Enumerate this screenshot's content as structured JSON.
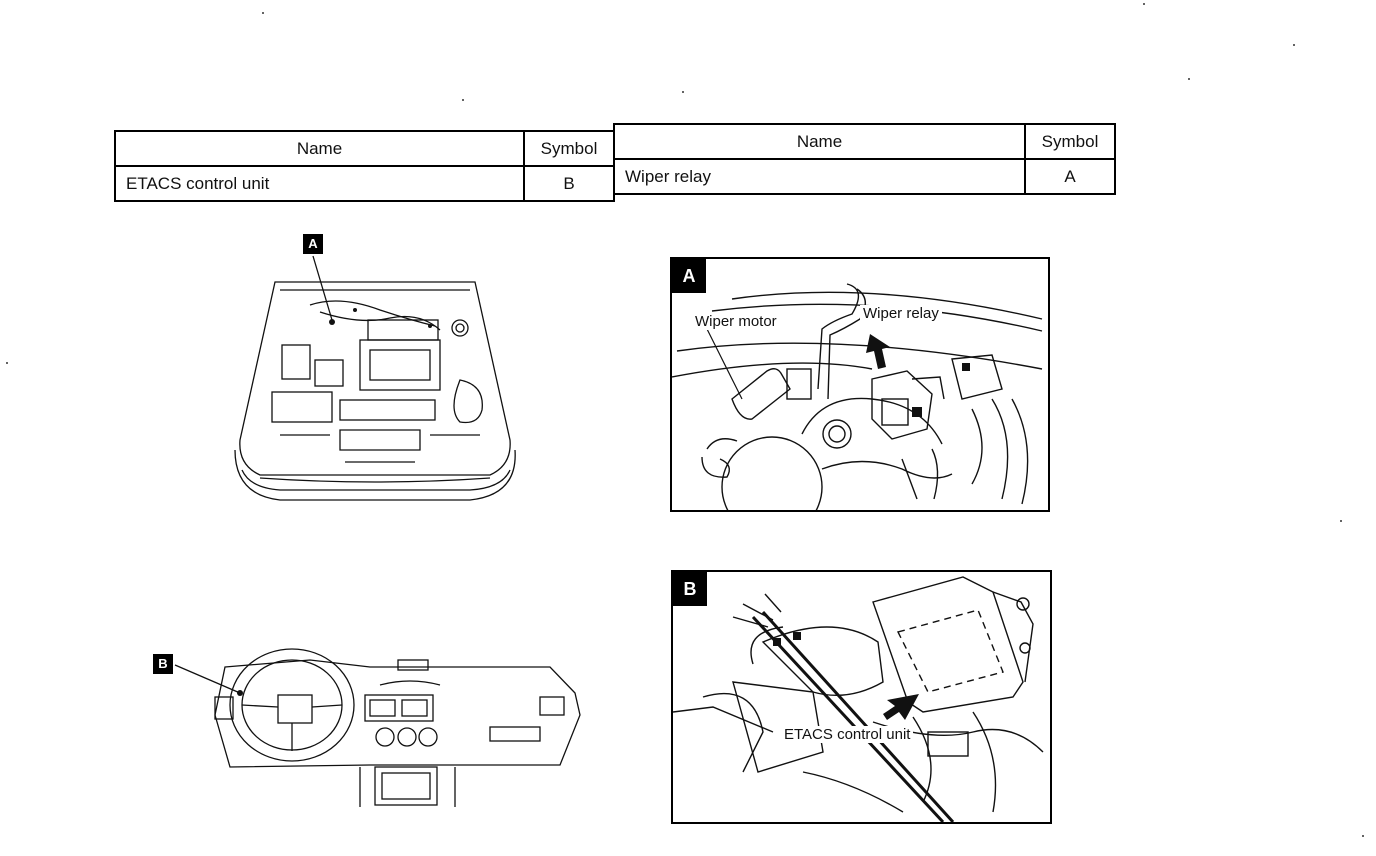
{
  "legend_tables": [
    {
      "headers": {
        "name": "Name",
        "symbol": "Symbol"
      },
      "rows": [
        {
          "name": "ETACS control unit",
          "symbol": "B"
        }
      ]
    },
    {
      "headers": {
        "name": "Name",
        "symbol": "Symbol"
      },
      "rows": [
        {
          "name": "Wiper relay",
          "symbol": "A"
        }
      ]
    }
  ],
  "overview": {
    "engine_bay_badge": "A",
    "dashboard_badge": "B"
  },
  "detail_a": {
    "badge": "A",
    "labels": {
      "wiper_motor": "Wiper motor",
      "wiper_relay": "Wiper relay"
    }
  },
  "detail_b": {
    "badge": "B",
    "labels": {
      "etacs_unit": "ETACS control unit"
    }
  }
}
